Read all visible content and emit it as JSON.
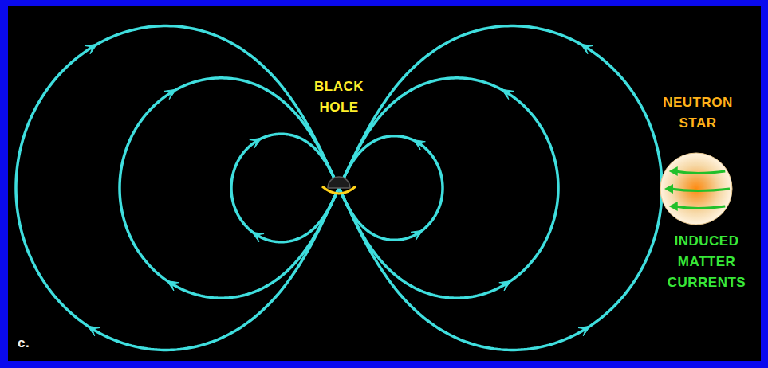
{
  "diagram": {
    "nodes": [
      {
        "text": [
          "BLACK HOLE"
        ]
      },
      {
        "text": [
          "NEUTRON STAR"
        ]
      }
    ],
    "labels": [
      "INDUCED MATTER CURRENTS",
      "c."
    ]
  }
}
